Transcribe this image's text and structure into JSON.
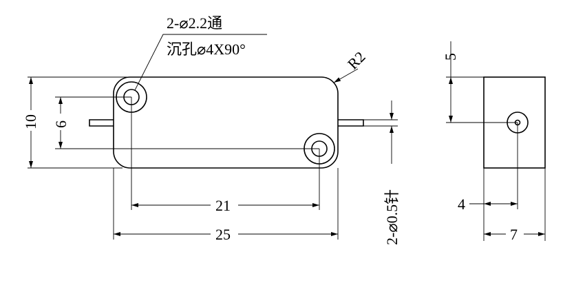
{
  "drawing": {
    "note_hole_line1": "2-⌀2.2通",
    "note_hole_line2": "沉孔⌀4X90°",
    "radius_label": "R2",
    "dim_height_10": "10",
    "dim_hole_spacing_6": "6",
    "dim_hole_spacing_21": "21",
    "dim_length_25": "25",
    "pin_note": "2-⌀0.5针",
    "dim_side_5": "5",
    "dim_side_4": "4",
    "dim_side_7": "7"
  }
}
